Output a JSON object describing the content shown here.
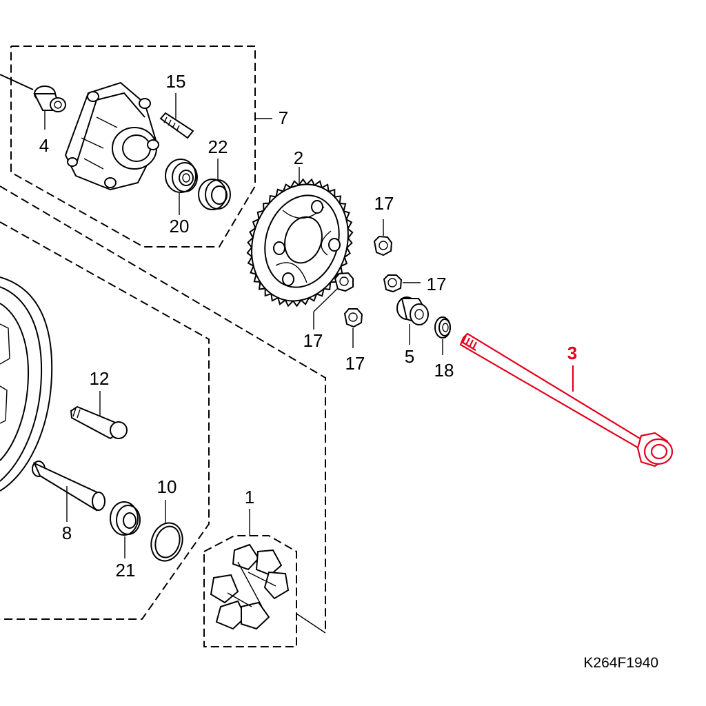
{
  "diagram": {
    "callouts": {
      "p1": "1",
      "p2": "2",
      "p3": "3",
      "p4": "4",
      "p5": "5",
      "p7": "7",
      "p8": "8",
      "p10": "10",
      "p12": "12",
      "p15": "15",
      "p17a": "17",
      "p17b": "17",
      "p17c": "17",
      "p17d": "17",
      "p18": "18",
      "p20": "20",
      "p21": "21",
      "p22": "22"
    },
    "highlight_color": "#e4001b",
    "figure_code": "K264F1940"
  }
}
